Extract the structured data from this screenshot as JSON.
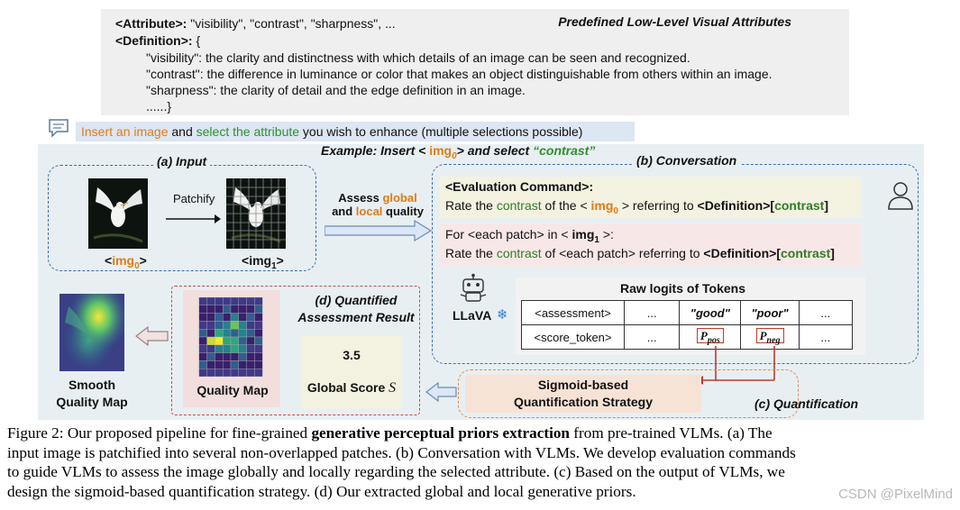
{
  "definitions": {
    "title": "Predefined Low-Level Visual Attributes",
    "attribute_tag": "<Attribute>:",
    "attribute_values": " \"visibility\", \"contrast\", \"sharpness\", ...",
    "definition_tag": "<Definition>:",
    "definition_open": " {",
    "items": [
      "\"visibility\": the clarity and distinctness with which details of an image can be seen and recognized.",
      "\"contrast\": the difference in luminance or color that makes an object distinguishable from others within an image.",
      "\"sharpness\": the clarity of detail and the edge definition in an image."
    ],
    "close": "......}"
  },
  "instruction": {
    "part1": "Insert an image",
    "part2": " and ",
    "part3": "select the attribute",
    "part4": " you wish to enhance (multiple selections possible)"
  },
  "example": {
    "prefix": "Example: Insert < ",
    "img": "img",
    "sub": "0",
    "mid": "> and select ",
    "attr": "“contrast”"
  },
  "input": {
    "label": "(a) Input",
    "patchify": "Patchify",
    "img0_open": "<",
    "img0": "img",
    "img0_sub": "0",
    "img0_close": ">",
    "img1_open": "<",
    "img1": "img",
    "img1_sub": "1",
    "img1_close": ">"
  },
  "assess": {
    "line1a": "Assess ",
    "line1b": "global",
    "line2a": "and ",
    "line2b": "local",
    "line2c": " quality"
  },
  "conversation": {
    "label": "(b) Conversation",
    "eval_cmd": "<Evaluation Command>:",
    "rate1a": "Rate the ",
    "rate1b": "contrast",
    "rate1c": " of the < ",
    "rate1d": "img",
    "rate1sub": "0",
    "rate1e": " > referring to ",
    "rate1f": "<Definition>",
    "rate1g": "[",
    "rate1h": "contrast",
    "rate1i": "]",
    "for_a": "For <each patch> in < ",
    "for_b": "img",
    "for_sub": "1",
    "for_c": " >:",
    "rate2a": "Rate the ",
    "rate2b": "contrast",
    "rate2c": " of <each patch> referring to ",
    "rate2d": "<Definition>",
    "rate2e": "[",
    "rate2f": "contrast",
    "rate2g": "]"
  },
  "llava": {
    "label": "LLaVA"
  },
  "logits": {
    "title": "Raw logits of Tokens",
    "row1": [
      "<assessment>",
      "...",
      "\"good\"",
      "\"poor\"",
      "..."
    ],
    "row2": [
      "<score_token>",
      "...",
      "P",
      "P",
      "..."
    ],
    "p_pos_sub": "pos",
    "p_neg_sub": "neg"
  },
  "quantification": {
    "box_line1": "Sigmoid-based",
    "box_line2": "Quantification Strategy",
    "label": "(c) Quantification"
  },
  "result": {
    "label_line1": "(d) Quantified",
    "label_line2": "Assessment Result",
    "quality_map": "Quality Map",
    "score": "3.5",
    "global_score": "Global Score ",
    "global_symbol": "S"
  },
  "smooth": {
    "line1": "Smooth",
    "line2": "Quality Map"
  },
  "caption": {
    "l1a": "Figure 2: Our proposed pipeline for fine-grained ",
    "l1b": "generative perceptual priors extraction",
    "l1c": " from pre-trained VLMs. (a) The",
    "l2": "input image is patchified into several non-overlapped patches. (b) Conversation with VLMs. We develop evaluation commands",
    "l3": "to guide VLMs to assess the image globally and locally regarding the selected attribute. (c) Based on the output of VLMs, we",
    "l4": "design the sigmoid-based quantification strategy. (d) Our extracted global and local generative priors."
  },
  "watermark": "CSDN @PixelMind"
}
